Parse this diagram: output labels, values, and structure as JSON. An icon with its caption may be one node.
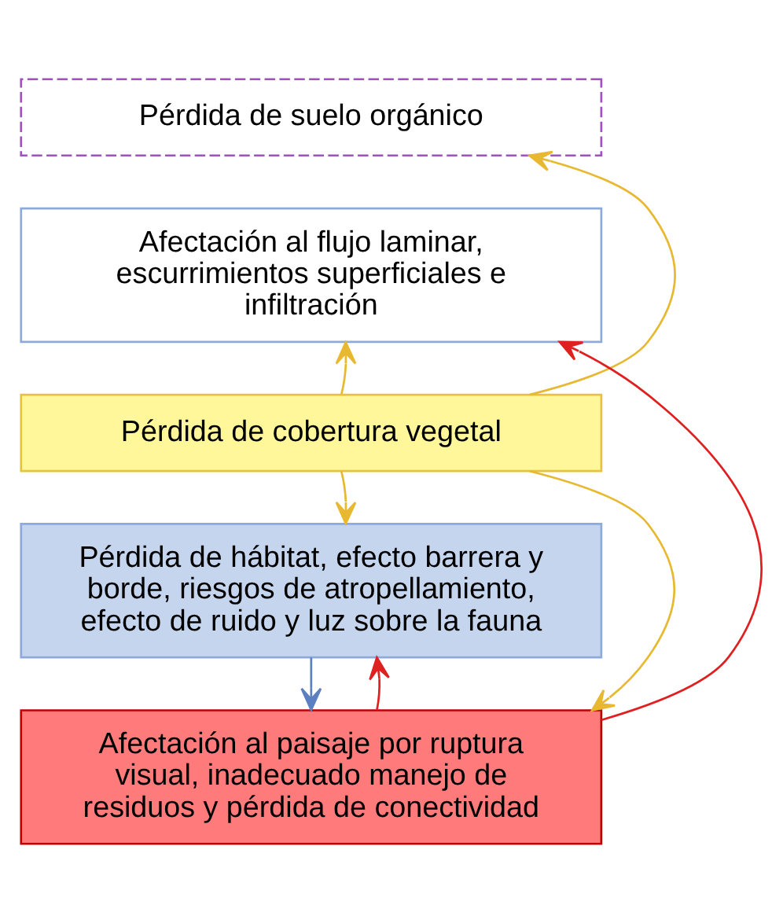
{
  "diagram": {
    "nodes": [
      {
        "text": [
          "Pérdida de suelo orgánico"
        ]
      },
      {
        "text": [
          "Afectación al flujo laminar, escurrimientos superficiales e infiltración"
        ]
      },
      {
        "text": [
          "Pérdida de cobertura vegetal"
        ]
      },
      {
        "text": [
          "Pérdida de hábitat, efecto barrera y borde, riesgos de atropellamiento, efecto de ruido y luz sobre la fauna"
        ]
      },
      {
        "text": [
          "Afectación al paisaje por ruptura visual, inadecuado manejo de residuos y pérdida de conectividad"
        ]
      }
    ],
    "edges": [
      {
        "from": 2,
        "to": 0,
        "arrow": "to"
      },
      {
        "from": 2,
        "to": 4,
        "arrow": "to"
      },
      {
        "from": 2,
        "to": 1,
        "arrow": "to"
      },
      {
        "from": 2,
        "to": 3,
        "arrow": "to"
      },
      {
        "from": 3,
        "to": 4,
        "arrow": "to",
        "color": "#5b7fc0"
      },
      {
        "from": 4,
        "to": 1,
        "arrow": "to",
        "color": "#e02020"
      },
      {
        "from": 4,
        "to": 3,
        "arrow": "to",
        "color": "#e02020"
      }
    ]
  }
}
